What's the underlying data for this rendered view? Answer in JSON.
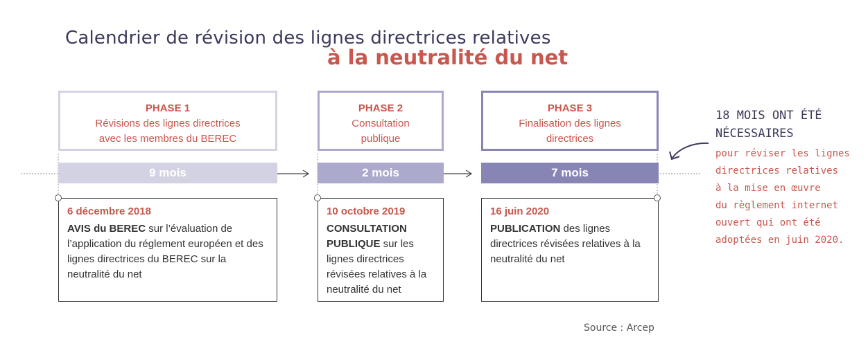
{
  "title": {
    "line1": "Calendrier de révision des lignes directrices relatives",
    "line2": "à la neutralité du net"
  },
  "phases": [
    {
      "label": "PHASE 1",
      "desc": "Révisions des lignes directrices\navec les membres du BEREC",
      "duration": "9 mois"
    },
    {
      "label": "PHASE 2",
      "desc": "Consultation\npublique",
      "duration": "2 mois"
    },
    {
      "label": "PHASE 3",
      "desc": "Finalisation des lignes\ndirectrices",
      "duration": "7 mois"
    }
  ],
  "events": [
    {
      "date": "6 décembre 2018",
      "bold": "AVIS du BEREC",
      "text": " sur l’évaluation de l’application du réglement européen et des lignes directrices du BEREC sur la neutralité du net"
    },
    {
      "date": "10 octobre 2019",
      "bold": "CONSULTATION PUBLIQUE",
      "text": " sur les lignes directrices révisées relatives à la neutralité du net"
    },
    {
      "date": "16 juin 2020",
      "bold": "PUBLICATION",
      "text": " des lignes directrices révisées relatives à la neutralité du net"
    }
  ],
  "note": {
    "heading": "18 MOIS ONT ÉTÉ\nNÉCESSAIRES",
    "body": "pour réviser les lignes\ndirectrices relatives\nà la mise en œuvre\ndu règlement internet\nouvert qui ont été\nadoptées en juin 2020."
  },
  "source": "Source : Arcep",
  "colors": {
    "accent_red": "#c8574d",
    "navy": "#3b3a5c",
    "phase1": "#d3d2e3",
    "phase2": "#aba9cc",
    "phase3": "#8785b4"
  }
}
